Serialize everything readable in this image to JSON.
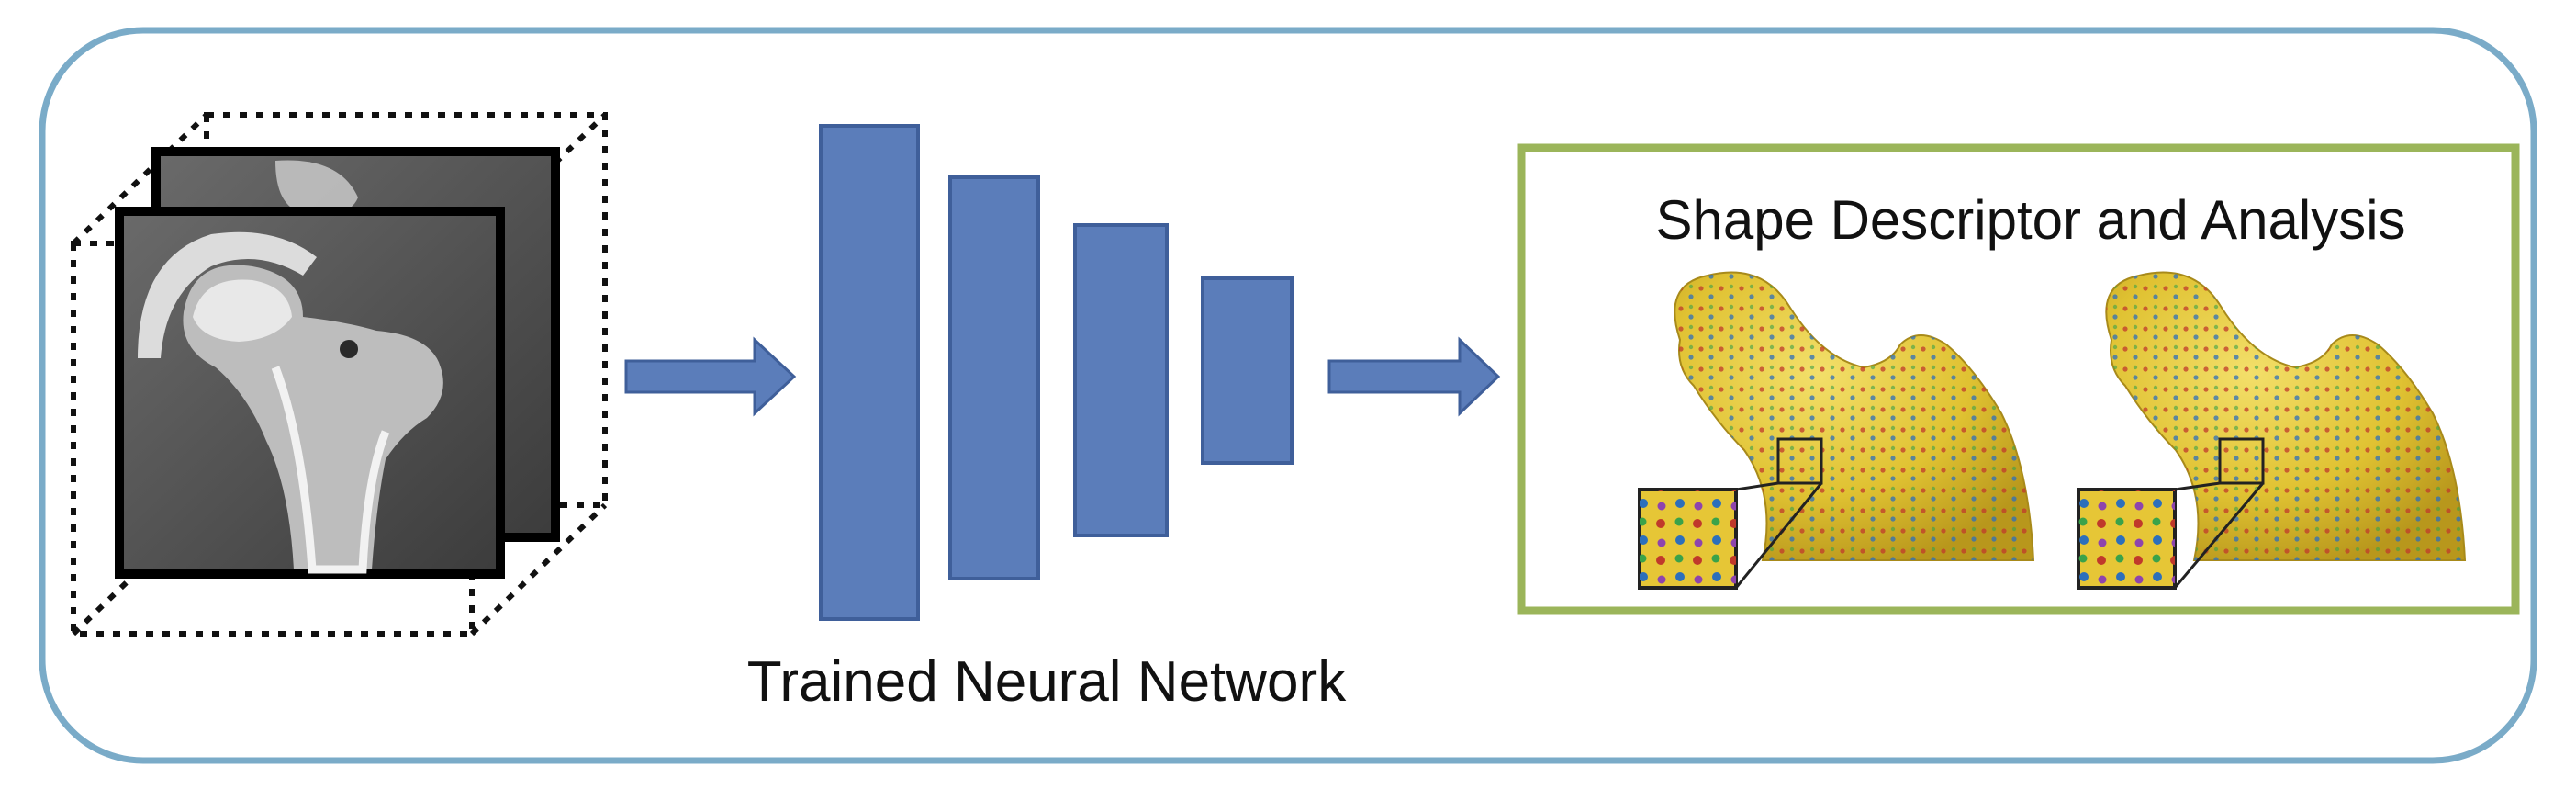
{
  "network": {
    "label": "Trained Neural Network"
  },
  "output": {
    "title": "Shape Descriptor and Analysis"
  },
  "colors": {
    "outer_border": "#7aabc8",
    "layer_fill": "#5b7dba",
    "layer_stroke": "#3f5f9a",
    "output_border": "#9bb55a",
    "bone_fill": "#e4c83a",
    "scan_background": "#5a5a5a"
  },
  "layers": [
    {
      "name": "layer-1"
    },
    {
      "name": "layer-2"
    },
    {
      "name": "layer-3"
    },
    {
      "name": "layer-4"
    }
  ],
  "shapes": [
    {
      "name": "femur-shape-1"
    },
    {
      "name": "femur-shape-2"
    }
  ]
}
